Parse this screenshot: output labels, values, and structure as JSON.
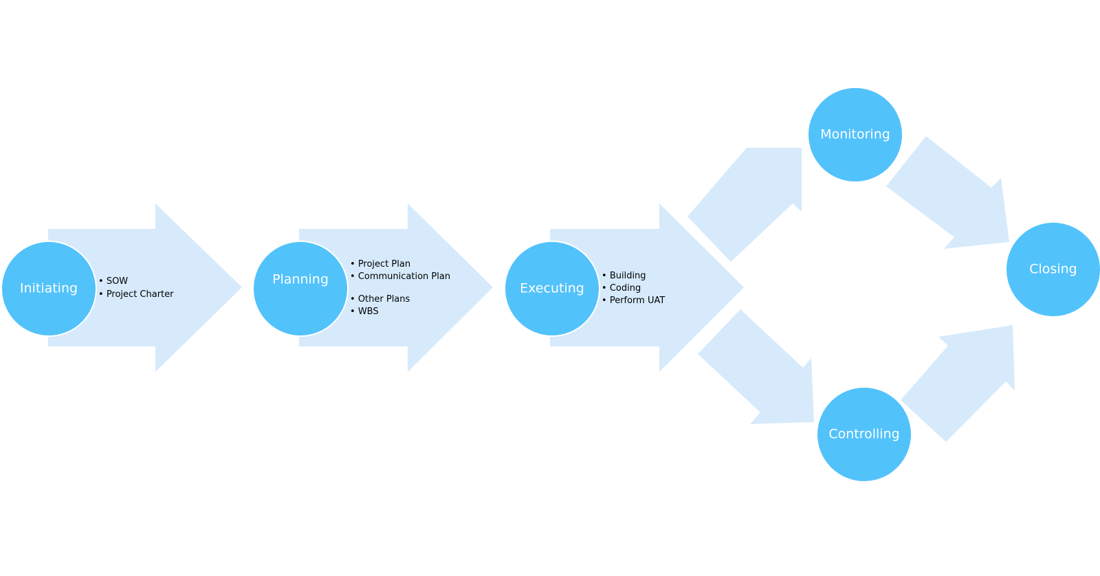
{
  "colors": {
    "arrow": "#d6eafb",
    "circle": "#52c2fb",
    "circle_text": "#ffffff",
    "bullet_text": "#000000"
  },
  "stages": {
    "initiating": {
      "label": "Initiating",
      "bullets": [
        "SOW",
        "Project Charter"
      ]
    },
    "planning": {
      "label": "Planning",
      "bullets": [
        "Project Plan",
        "Communication Plan",
        "Other Plans",
        "WBS"
      ]
    },
    "executing": {
      "label": "Executing",
      "bullets": [
        "Building",
        "Coding",
        "Perform UAT"
      ]
    },
    "monitoring": {
      "label": "Monitoring"
    },
    "controlling": {
      "label": "Controlling"
    },
    "closing": {
      "label": "Closing"
    }
  },
  "bullet_marker": "•"
}
